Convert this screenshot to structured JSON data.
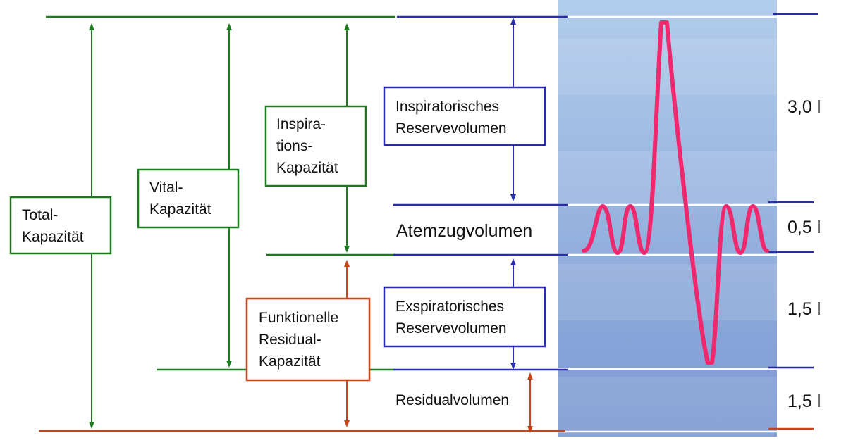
{
  "labels": {
    "total_capacity": [
      "Total-",
      "Kapazität"
    ],
    "vital_capacity": [
      "Vital-",
      "Kapazität"
    ],
    "inspiratory_capacity": [
      "Inspira-",
      "tions-",
      "Kapazität"
    ],
    "functional_residual_capacity": [
      "Funktionelle",
      "Residual-",
      "Kapazität"
    ],
    "inspiratory_reserve_volume": [
      "Inspiratorisches",
      "Reservevolumen"
    ],
    "tidal_volume": "Atemzugvolumen",
    "expiratory_reserve_volume": [
      "Exspiratorisches",
      "Reservevolumen"
    ],
    "residual_volume": "Residualvolumen"
  },
  "volumes": {
    "inspiratory_reserve": "3,0 l",
    "tidal": "0,5 l",
    "expiratory_reserve": "1,5 l",
    "residual": "1,5 l"
  },
  "colors": {
    "capacity_green": "#1e7a1e",
    "residual_orange": "#c8441a",
    "volume_blue": "#2b2bb0",
    "breath_trace": "#f0286e",
    "panel_top": "#b0cbea",
    "panel_bottom": "#7f9cd3"
  }
}
